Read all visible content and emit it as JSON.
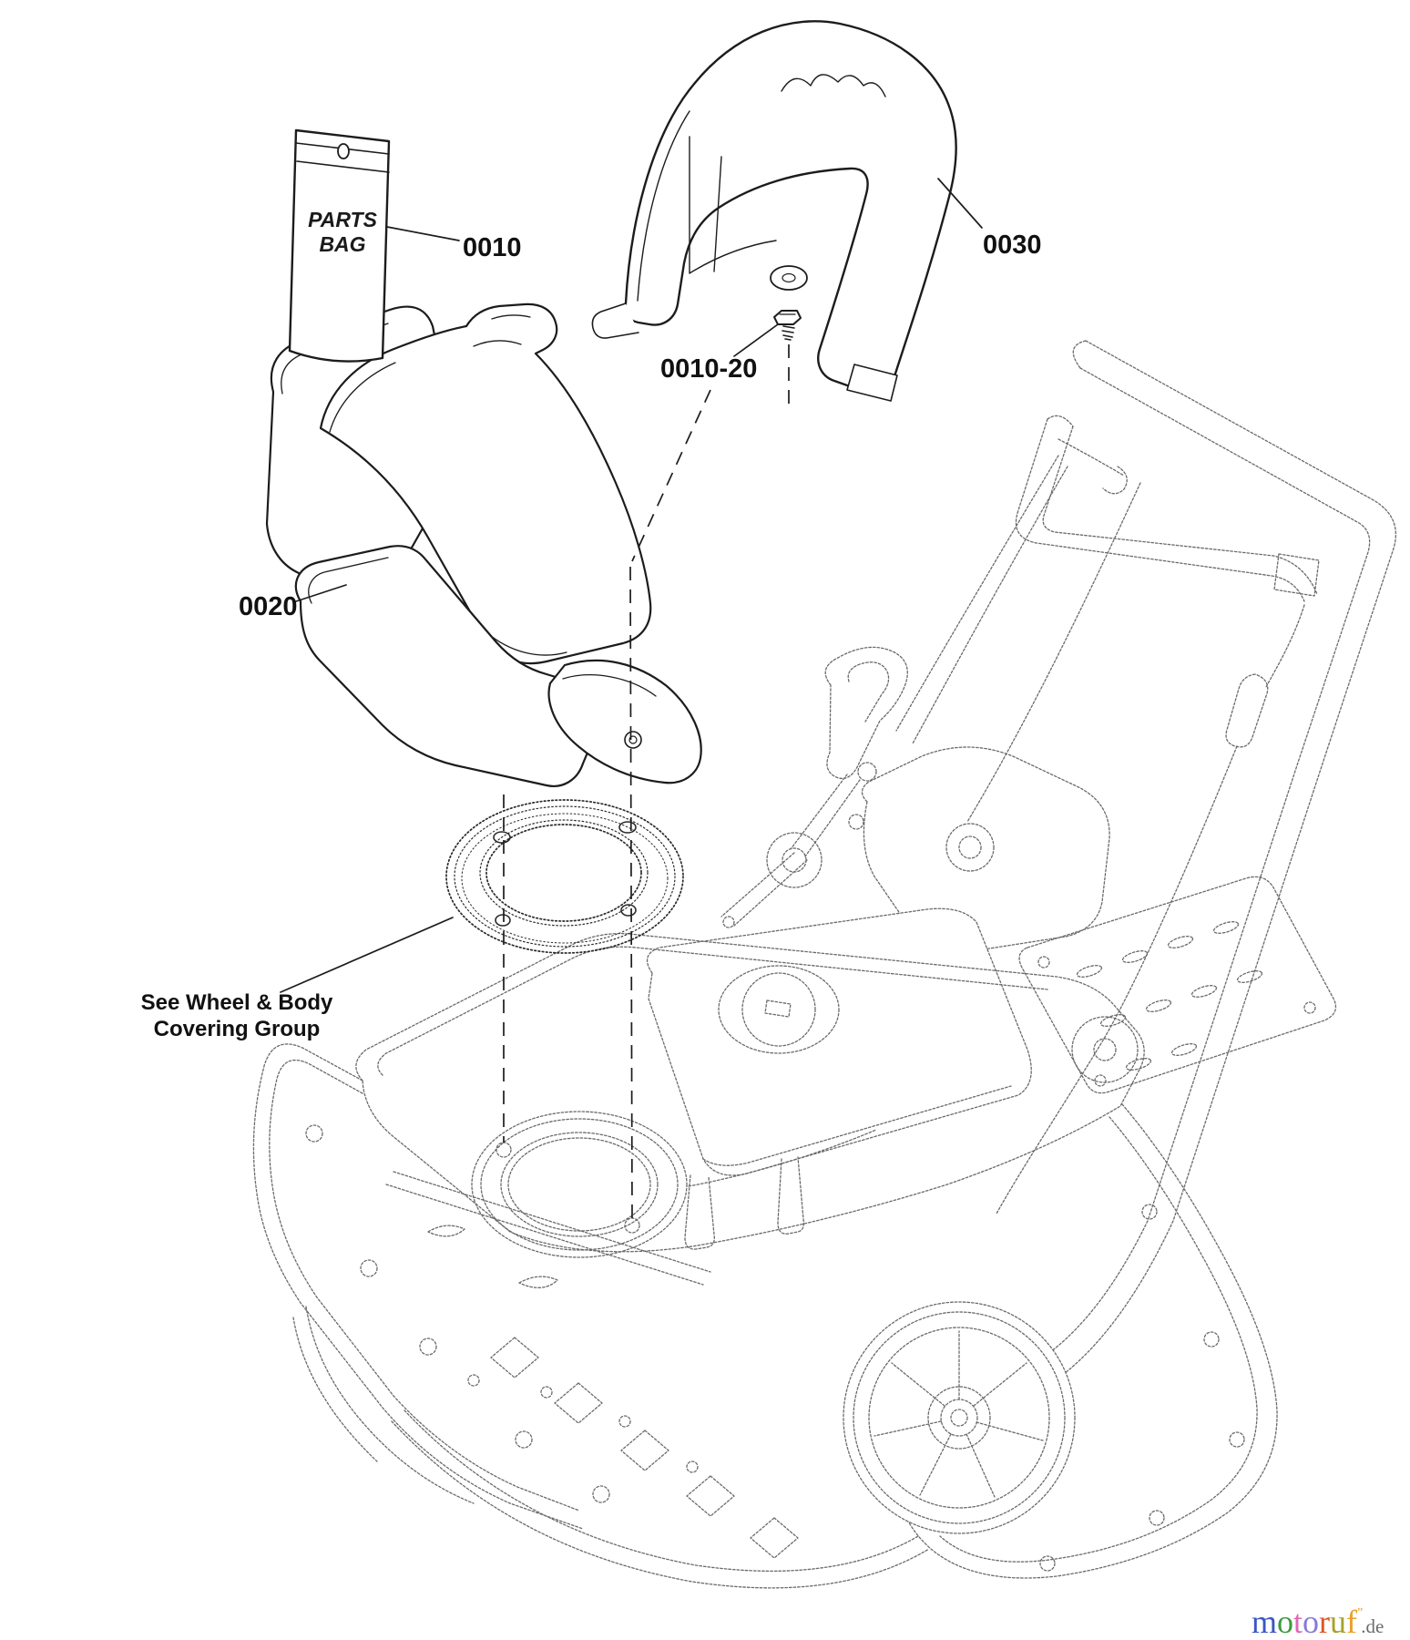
{
  "diagram": {
    "parts_bag": {
      "line1": "PARTS",
      "line2": "BAG"
    },
    "labels": {
      "part_0010": "0010",
      "part_0030": "0030",
      "part_0010_20": "0010-20",
      "part_0020": "0020"
    },
    "note": {
      "line1": "See Wheel & Body",
      "line2": "Covering Group"
    },
    "line_colors": {
      "solid_part": "#1c1c1c",
      "phantom_machine": "#6a6a6a"
    }
  },
  "logo": {
    "letters": [
      {
        "char": "m",
        "style": "color:#3a57c4"
      },
      {
        "char": "o",
        "style": "color:#3f9b3f"
      },
      {
        "char": "t",
        "style": "color:#e066b8"
      },
      {
        "char": "o",
        "style": "color:#8a7ad6"
      },
      {
        "char": "r",
        "style": "color:#e05526"
      },
      {
        "char": "u",
        "style": "color:#a8a22c"
      },
      {
        "char": "f",
        "style": "color:#e8a02a"
      }
    ],
    "mark": "”",
    "mark_style": "color:#e8a02a",
    "tld": ".de",
    "tld_style": "color:#6b6b6b"
  }
}
